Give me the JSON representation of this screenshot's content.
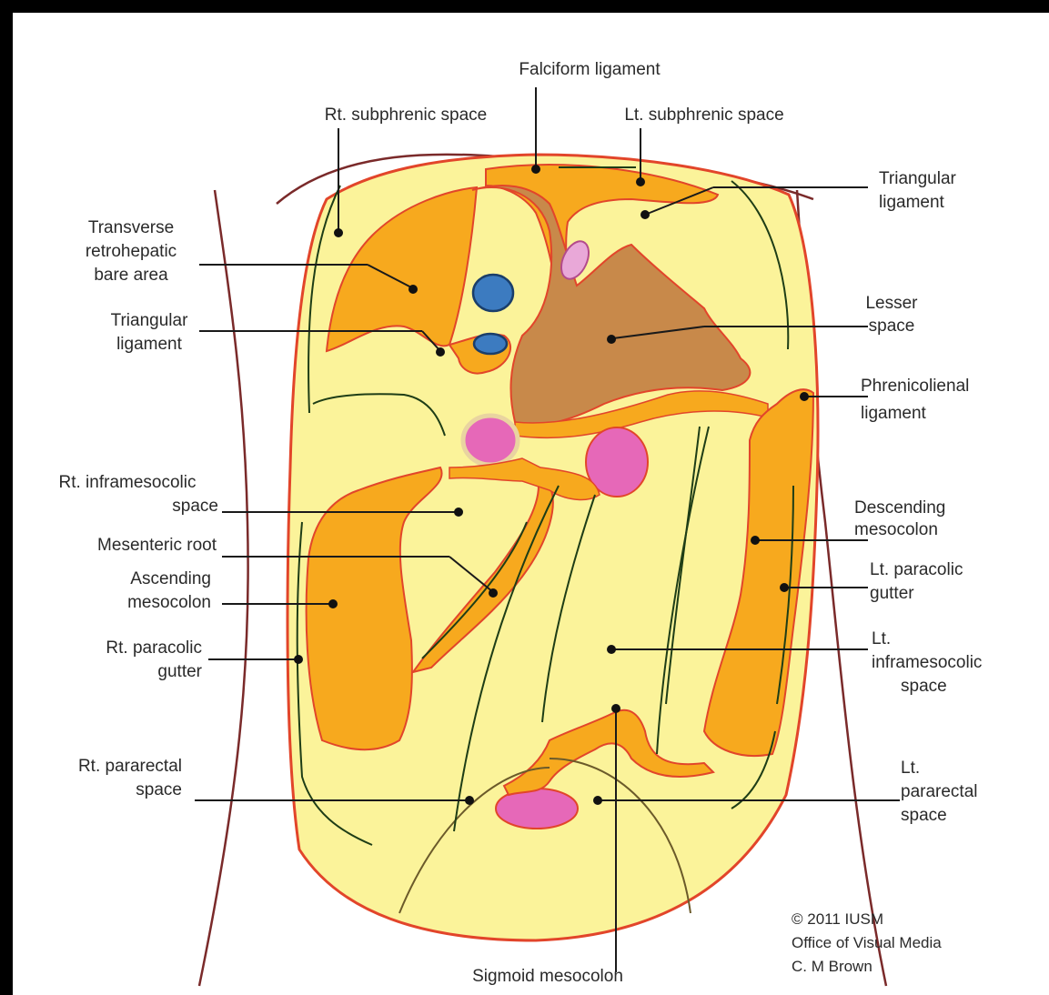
{
  "labels": {
    "falciform": "Falciform ligament",
    "rt_subphrenic": "Rt. subphrenic space",
    "lt_subphrenic": "Lt. subphrenic space",
    "triangular_right_1": "Triangular",
    "triangular_right_2": "ligament",
    "transverse_1": "Transverse",
    "transverse_2": "retrohepatic",
    "transverse_3": "bare area",
    "triangular_left_1": "Triangular",
    "triangular_left_2": "ligament",
    "lesser_1": "Lesser",
    "lesser_2": "space",
    "phrenicolienal_1": "Phrenicolienal",
    "phrenicolienal_2": "ligament",
    "rt_inframesocolic_1": "Rt. inframesocolic",
    "rt_inframesocolic_2": "space",
    "mesenteric_root": "Mesenteric root",
    "ascending_1": "Ascending",
    "ascending_2": "mesocolon",
    "descending_1": "Descending",
    "descending_2": "mesocolon",
    "lt_paracolic_1": "Lt. paracolic",
    "lt_paracolic_2": "gutter",
    "rt_paracolic_1": "Rt. paracolic",
    "rt_paracolic_2": "gutter",
    "lt_inframesocolic_1": "Lt.",
    "lt_inframesocolic_2": "inframesocolic",
    "lt_inframesocolic_3": "space",
    "rt_pararectal_1": "Rt. pararectal",
    "rt_pararectal_2": "space",
    "lt_pararectal_1": "Lt.",
    "lt_pararectal_2": "pararectal",
    "lt_pararectal_3": "space",
    "sigmoid": "Sigmoid mesocolon"
  },
  "credit": {
    "line1": "© 2011 IUSM",
    "line2": "Office of Visual Media",
    "line3": "C. M Brown"
  },
  "colors": {
    "cavity": "#fbf39a",
    "retroperitoneum": "#f7a91e",
    "lesser_sac": "#c8894a",
    "vessel_blue": "#3c7bc0",
    "organ_pink": "#e668b8",
    "outline_red": "#e2452a",
    "body_outline": "#7a2a2a"
  }
}
